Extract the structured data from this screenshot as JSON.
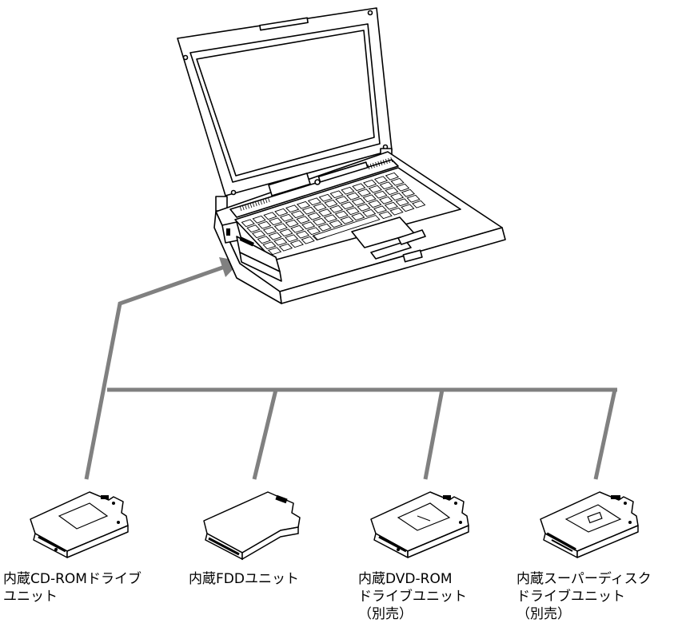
{
  "drive_units": [
    {
      "lines": [
        "内蔵CD-ROMドライブ",
        "ユニット"
      ]
    },
    {
      "lines": [
        "内蔵FDDユニット"
      ]
    },
    {
      "lines": [
        "内蔵DVD-ROM",
        "ドライブユニット",
        "（別売）"
      ]
    },
    {
      "lines": [
        "内蔵スーパーディスク",
        "ドライブユニット",
        "（別売）"
      ]
    }
  ],
  "colors": {
    "connector_line": "#808080",
    "outline": "#000000"
  },
  "icons": {
    "laptop": "notebook-computer-illustration",
    "drive": "bay-drive-unit-illustration"
  }
}
